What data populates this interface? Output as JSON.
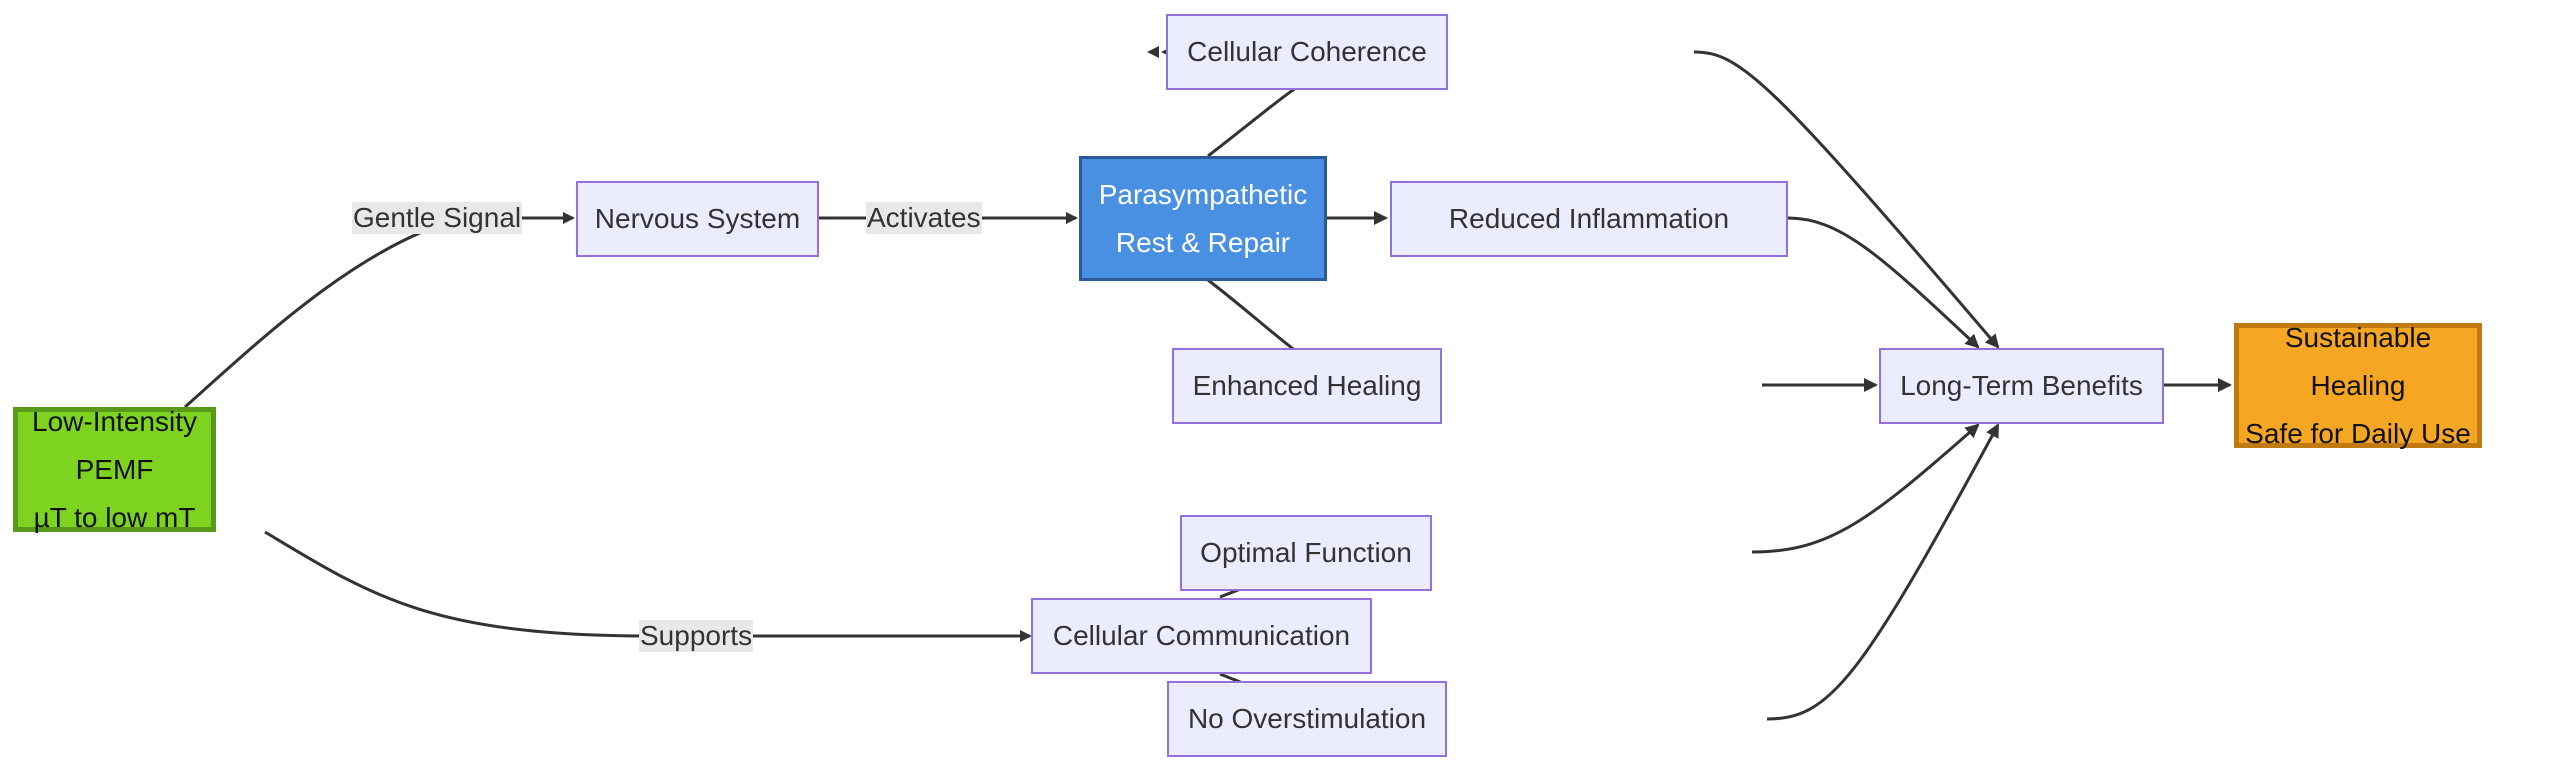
{
  "nodes": {
    "pemf": {
      "line1": "Low-Intensity PEMF",
      "line2": "µT to low mT"
    },
    "nervous": {
      "label": "Nervous System"
    },
    "para": {
      "line1": "Parasympathetic",
      "line2": "Rest & Repair"
    },
    "cellcomm": {
      "label": "Cellular Communication"
    },
    "coherence": {
      "label": "Cellular Coherence"
    },
    "inflammation": {
      "label": "Reduced Inflammation"
    },
    "healing": {
      "label": "Enhanced Healing"
    },
    "optimal": {
      "label": "Optimal Function"
    },
    "noover": {
      "label": "No Overstimulation"
    },
    "longterm": {
      "label": "Long-Term Benefits"
    },
    "final": {
      "line1": "Sustainable Healing",
      "line2": "Safe for Daily Use"
    }
  },
  "edge_labels": {
    "gentle": "Gentle Signal",
    "activates": "Activates",
    "supports": "Supports"
  },
  "colors": {
    "start_fill": "#7ED321",
    "para_fill": "#4A90E2",
    "final_fill": "#F5A623",
    "default_fill": "#ECECFF",
    "default_border": "#9370DB",
    "edge": "#333333"
  }
}
